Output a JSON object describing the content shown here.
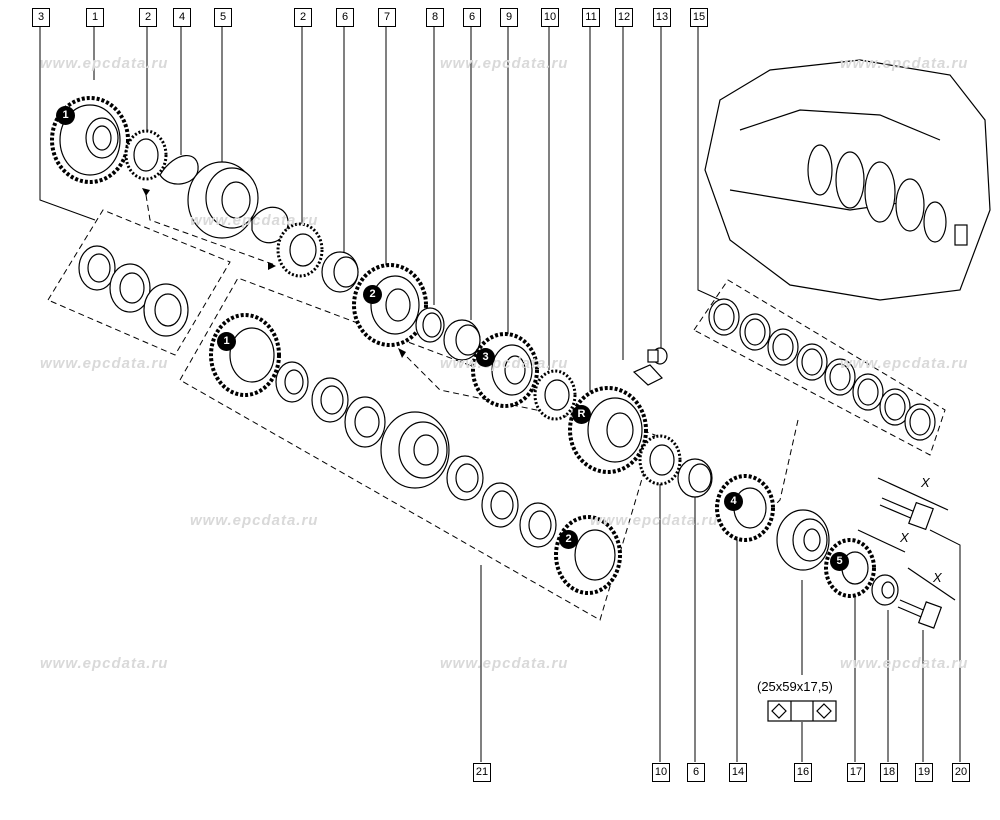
{
  "watermark": "www.epcdata.ru",
  "callouts_top": [
    "3",
    "1",
    "2",
    "4",
    "5",
    "2",
    "6",
    "7",
    "8",
    "6",
    "9",
    "10",
    "11",
    "12",
    "13",
    "15"
  ],
  "callouts_bottom": [
    "21",
    "10",
    "6",
    "14",
    "16",
    "17",
    "18",
    "19",
    "20"
  ],
  "gear_markers": [
    "1",
    "2",
    "3",
    "R",
    "4",
    "5",
    "1",
    "2"
  ],
  "bearing_size": "(25x59x17,5)",
  "dimension_mark": "X"
}
